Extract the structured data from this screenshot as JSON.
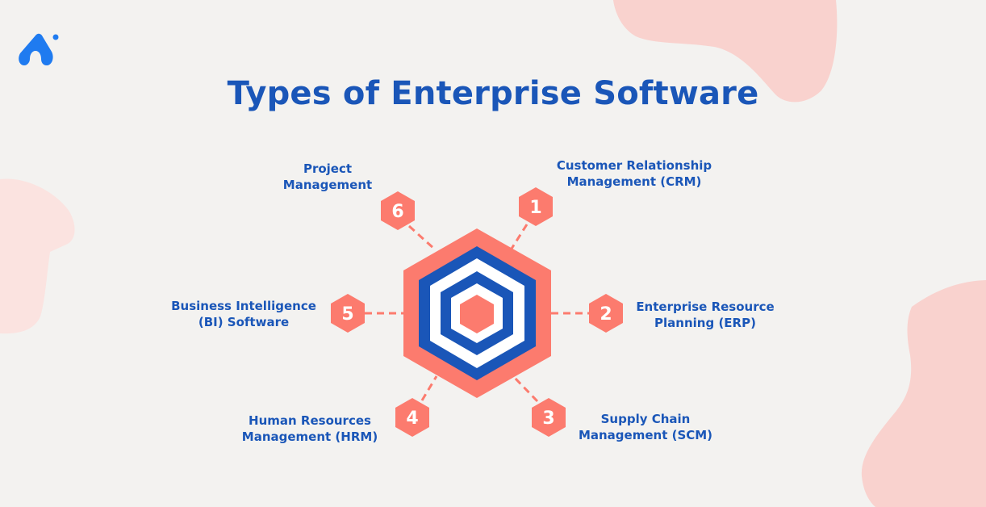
{
  "title": "Types of Enterprise Software",
  "logo": {
    "icon": "arch-logo-icon",
    "color": "#1f7bf0"
  },
  "colors": {
    "primary_blue": "#1a56b8",
    "coral": "#fc7b6e",
    "blob_pink": "#f9d2ce",
    "blob_pink_light": "#fbe3e0",
    "background": "#f3f2f0"
  },
  "center_icon": "concentric-hexagon-icon",
  "items": [
    {
      "number": "1",
      "line1": "Customer Relationship",
      "line2": "Management (CRM)"
    },
    {
      "number": "2",
      "line1": "Enterprise Resource",
      "line2": "Planning (ERP)"
    },
    {
      "number": "3",
      "line1": "Supply Chain",
      "line2": "Management (SCM)"
    },
    {
      "number": "4",
      "line1": "Human Resources",
      "line2": "Management (HRM)"
    },
    {
      "number": "5",
      "line1": "Business Intelligence",
      "line2": "(BI) Software"
    },
    {
      "number": "6",
      "line1": "Project",
      "line2": "Management"
    }
  ]
}
